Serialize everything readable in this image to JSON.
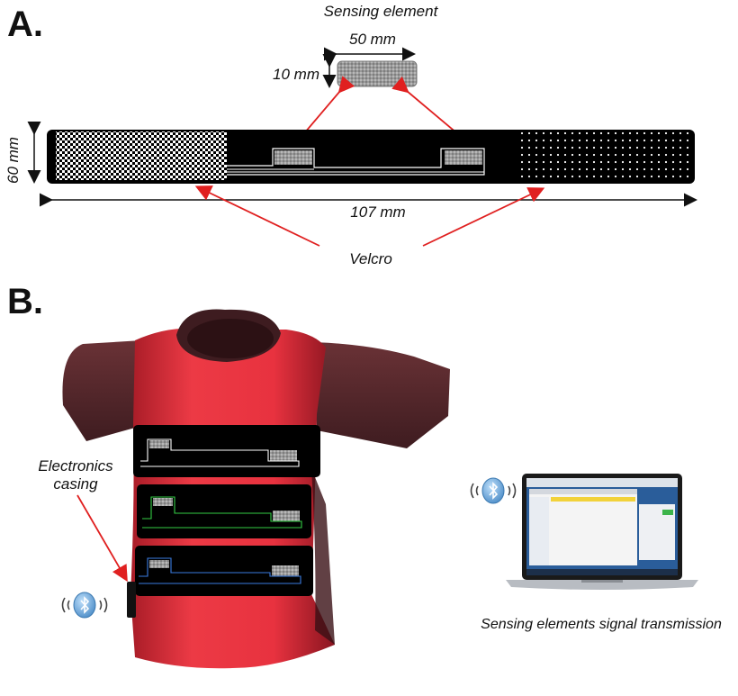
{
  "panel_a": {
    "letter": "A.",
    "sensing_element_title": "Sensing element",
    "width_label": "50 mm",
    "height_label": "10 mm",
    "strap_height_label": "60 mm",
    "strap_length_label": "107 mm",
    "velcro_label": "Velcro"
  },
  "panel_b": {
    "letter": "B.",
    "electronics_label_line1": "Electronics",
    "electronics_label_line2": "casing",
    "transmission_label": "Sensing elements signal transmission"
  },
  "colors": {
    "strap": "#000000",
    "shirt_body": "#e8323f",
    "shirt_sleeve": "#5a2a2e",
    "arrow_red": "#e02020",
    "bluetooth": "#6aa8d8",
    "band_lines": [
      "#ffffff",
      "#33cc44",
      "#3a7be0"
    ]
  },
  "icons": [
    "bluetooth-icon",
    "laptop-icon",
    "shirt-illustration"
  ]
}
